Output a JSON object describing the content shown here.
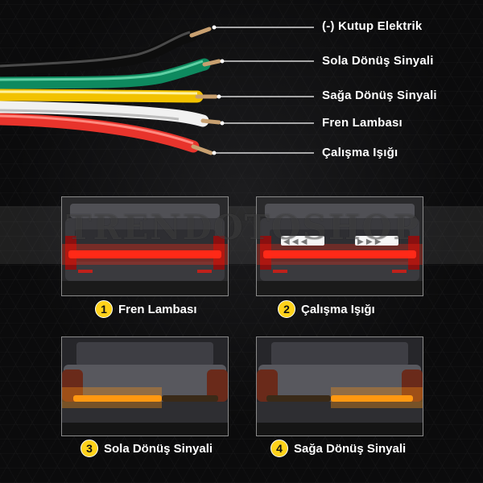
{
  "watermark": "TRENDOTOSHOP",
  "wire_labels": [
    {
      "text": "(-) Kutup Elektrik",
      "color": "#1a1a1a"
    },
    {
      "text": "Sola Dönüş Sinyali",
      "color": "#0e8a5f"
    },
    {
      "text": "Sağa Dönüş Sinyali",
      "color": "#f2c200"
    },
    {
      "text": "Fren Lambası",
      "color": "#f4f4f4"
    },
    {
      "text": "Çalışma Işığı",
      "color": "#e8342c"
    }
  ],
  "panels": [
    {
      "number": "1",
      "caption": "Fren Lambası",
      "light": "#ff2a1a"
    },
    {
      "number": "2",
      "caption": "Çalışma Işığı",
      "light": "#ff2a1a"
    },
    {
      "number": "3",
      "caption": "Sola Dönüş Sinyali",
      "light": "#ff9a10"
    },
    {
      "number": "4",
      "caption": "Sağa Dönüş Sinyali",
      "light": "#ff9a10"
    }
  ],
  "colors": {
    "badge": "#ffd21a",
    "background": "#0b0b0c"
  }
}
